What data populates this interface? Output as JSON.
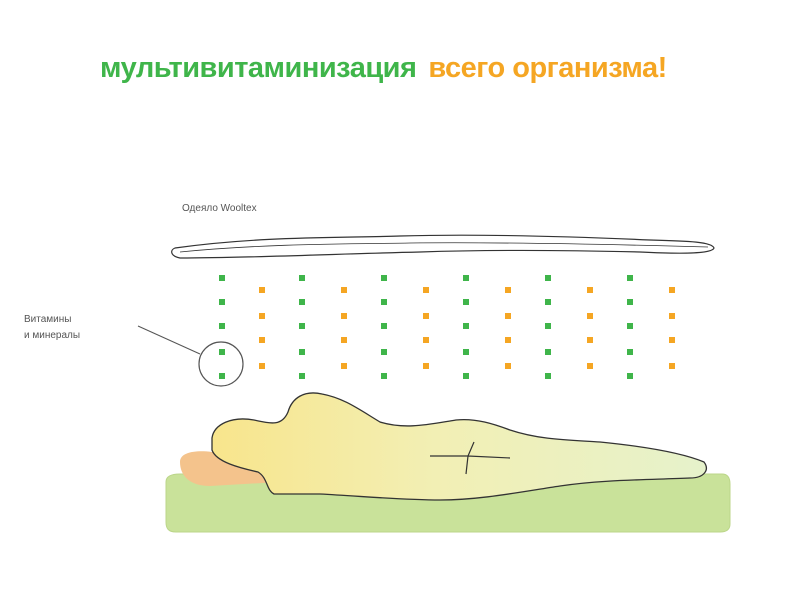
{
  "headline": {
    "part1": "мультивитаминизация",
    "part2": "всего организма!"
  },
  "labels": {
    "blanket": "Одеяло Wooltex",
    "nutrients_line1": "Витамины",
    "nutrients_line2": "и минералы"
  },
  "colors": {
    "green": "#3fb54a",
    "orange": "#f5a623",
    "mattress": "#c9e29a",
    "body_light": "#e8f3c9",
    "body_warm": "#f8e58c",
    "pillow": "#f4c38c"
  },
  "icons": {
    "vitamin_dot_green": "green-dot",
    "vitamin_dot_orange": "orange-dot"
  }
}
